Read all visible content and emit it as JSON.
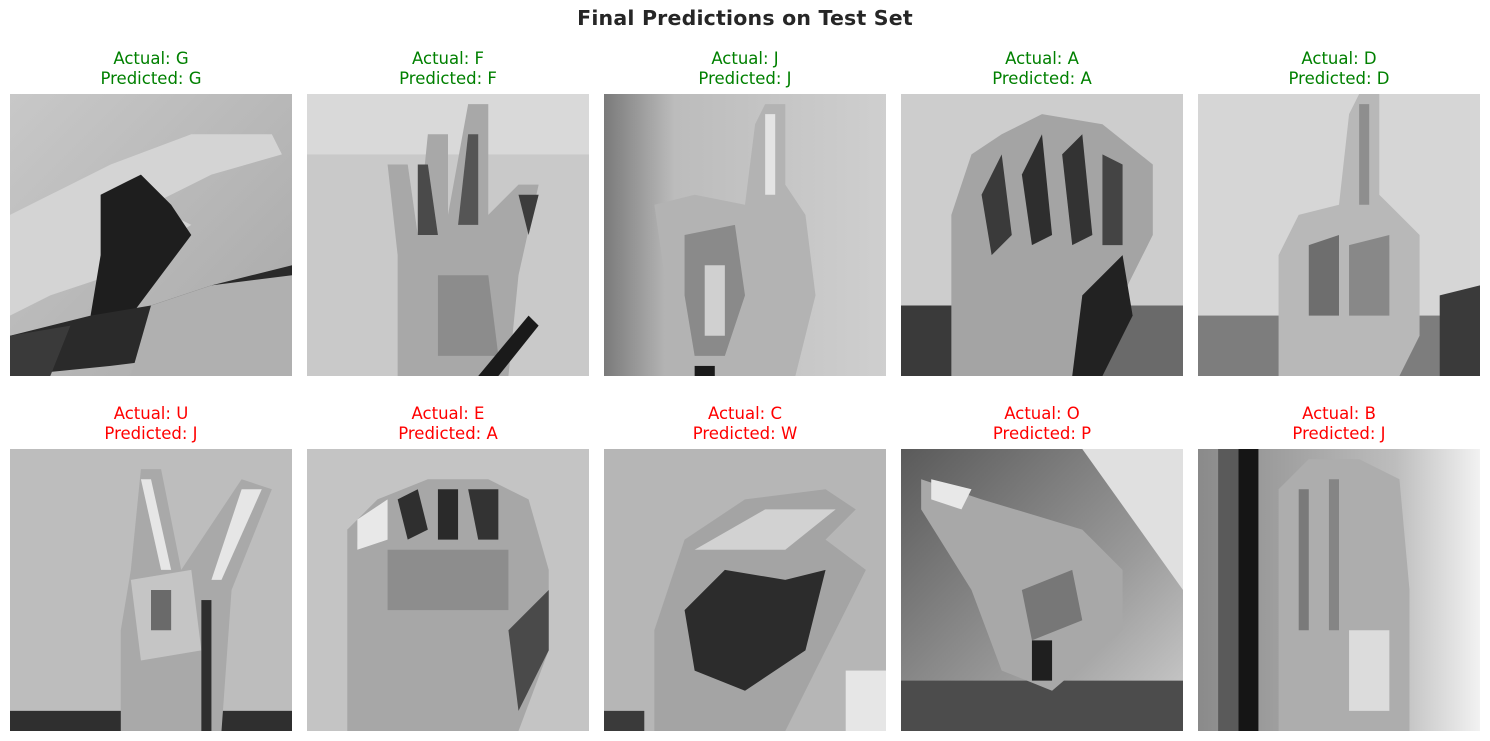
{
  "figure": {
    "title": "Final Predictions on Test Set"
  },
  "colors": {
    "correct": "#008000",
    "incorrect": "#ff0000"
  },
  "samples": [
    {
      "actual": "Actual: G",
      "predicted": "Predicted: G",
      "correct": true,
      "image": "hand-sign-g-image"
    },
    {
      "actual": "Actual: F",
      "predicted": "Predicted: F",
      "correct": true,
      "image": "hand-sign-f-image"
    },
    {
      "actual": "Actual: J",
      "predicted": "Predicted: J",
      "correct": true,
      "image": "hand-sign-j-image"
    },
    {
      "actual": "Actual: A",
      "predicted": "Predicted: A",
      "correct": true,
      "image": "hand-sign-a-image"
    },
    {
      "actual": "Actual: D",
      "predicted": "Predicted: D",
      "correct": true,
      "image": "hand-sign-d-image"
    },
    {
      "actual": "Actual: U",
      "predicted": "Predicted: J",
      "correct": false,
      "image": "hand-sign-u-image"
    },
    {
      "actual": "Actual: E",
      "predicted": "Predicted: A",
      "correct": false,
      "image": "hand-sign-e-image"
    },
    {
      "actual": "Actual: C",
      "predicted": "Predicted: W",
      "correct": false,
      "image": "hand-sign-c-image"
    },
    {
      "actual": "Actual: O",
      "predicted": "Predicted: P",
      "correct": false,
      "image": "hand-sign-o-image"
    },
    {
      "actual": "Actual: B",
      "predicted": "Predicted: J",
      "correct": false,
      "image": "hand-sign-b-image"
    }
  ]
}
